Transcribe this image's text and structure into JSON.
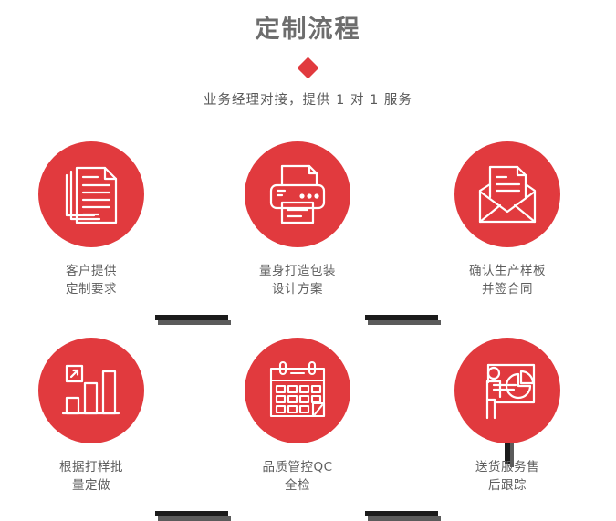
{
  "header": {
    "title": "定制流程",
    "subtitle": "业务经理对接，提供 1 对 1 服务",
    "diamond_color": "#e13a3e",
    "divider_color": "#cfcfcf",
    "title_color": "#6d6d6d"
  },
  "theme": {
    "accent": "#e13a3e",
    "connector_dark": "#1b1b1b",
    "connector_shadow": "#5b5b5b",
    "caption_color": "#5e5e5e",
    "background": "#ffffff"
  },
  "steps": [
    {
      "index": 1,
      "icon": "documents-stack-icon",
      "caption_line1": "客户提供",
      "caption_line2": "定制要求"
    },
    {
      "index": 2,
      "icon": "printer-icon",
      "caption_line1": "量身打造包装",
      "caption_line2": "设计方案"
    },
    {
      "index": 3,
      "icon": "envelope-document-icon",
      "caption_line1": "确认生产样板",
      "caption_line2": "并签合同"
    },
    {
      "index": 4,
      "icon": "bar-chart-growth-icon",
      "caption_line1": "根据打样批",
      "caption_line2": "量定做"
    },
    {
      "index": 5,
      "icon": "calendar-icon",
      "caption_line1": "品质管控QC",
      "caption_line2": "全检"
    },
    {
      "index": 6,
      "icon": "presenter-pie-chart-icon",
      "caption_line1": "送货服务售",
      "caption_line2": "后跟踪"
    }
  ]
}
